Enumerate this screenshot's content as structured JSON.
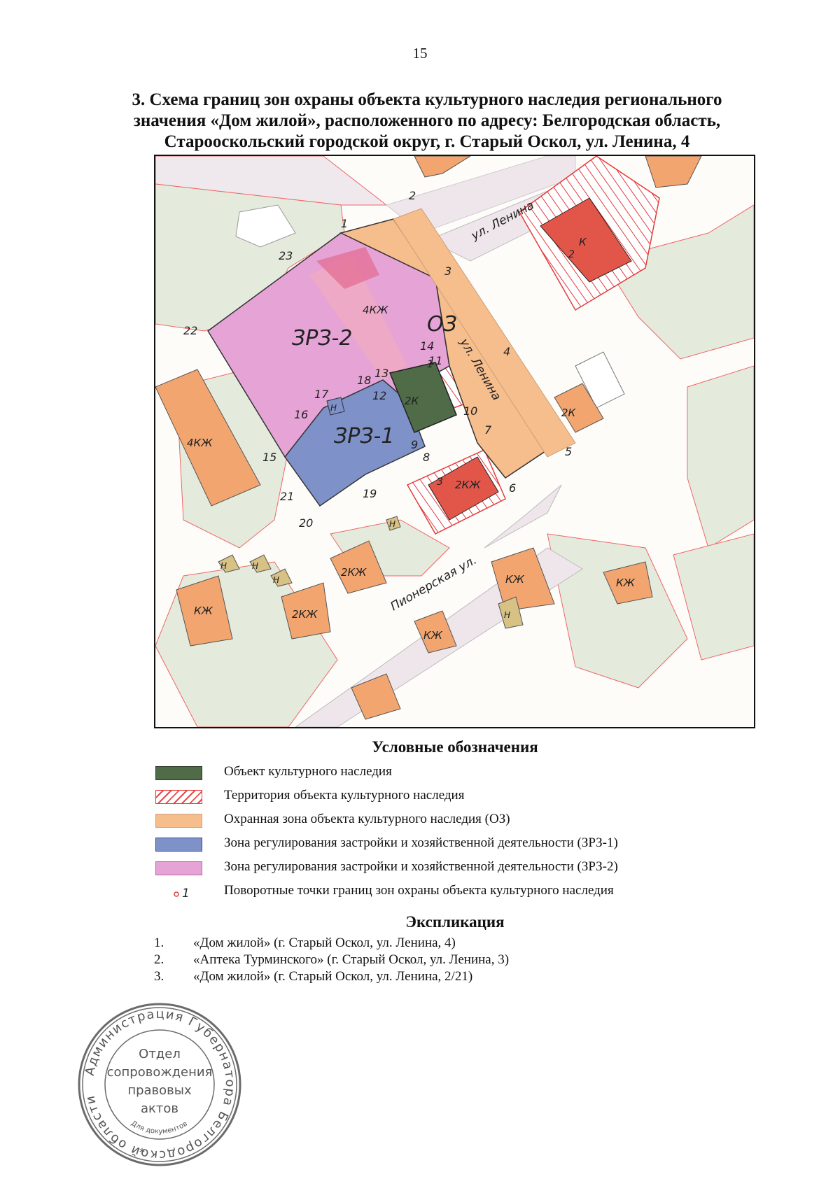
{
  "page_number": "15",
  "title": {
    "line1": "3. Схема границ зон охраны объекта культурного наследия регионального",
    "line2": "значения «Дом жилой», расположенного по адресу: Белгородская область,",
    "line3": "Старооскольский городской округ, г. Старый Оскол, ул. Ленина, 4"
  },
  "map": {
    "street_labels": {
      "lenina_top": "ул. Ленина",
      "lenina_side": "ул. Ленина",
      "pionerskaya": "Пионерская ул."
    },
    "zone_labels": {
      "oz": "ОЗ",
      "zrz1": "ЗРЗ-1",
      "zrz2": "ЗРЗ-2"
    },
    "building_labels": {
      "b_4kzh_top": "4КЖ",
      "b_2k_obj": "2К",
      "b_k_top": "К",
      "b_4kzh_left": "4КЖ",
      "b_2k_right": "2К",
      "b_2kzh_obj": "2КЖ",
      "b_2kzh_mid": "2КЖ",
      "b_kzh_center": "КЖ",
      "b_kzh_far_right": "КЖ",
      "b_kzh_bottom_left": "КЖ",
      "b_2kzh_bottom": "2КЖ",
      "b_kzh_bottom": "КЖ",
      "n_small_zrz": "Н",
      "n_1": "Н",
      "n_2": "Н",
      "n_3": "Н",
      "n_4": "Н",
      "n_5": "Н"
    },
    "object_markers": {
      "m1": "1",
      "m2": "2",
      "m3": "3"
    },
    "turn_points": {
      "p1": "1",
      "p2": "2",
      "p3": "3",
      "p4": "4",
      "p5": "5",
      "p6": "6",
      "p7": "7",
      "p8": "8",
      "p9": "9",
      "p10": "10",
      "p11": "11",
      "p12": "12",
      "p13": "13",
      "p14": "14",
      "p15": "15",
      "p16": "16",
      "p17": "17",
      "p18": "18",
      "p19": "19",
      "p20": "20",
      "p21": "21",
      "p22": "22",
      "p23": "23"
    },
    "colors": {
      "object": "#4f6b48",
      "territory_hatch": "#e23b3b",
      "oz": "#f6bd8d",
      "zrz1": "#7e91c8",
      "zrz2": "#e5a3d6",
      "building_orange": "#f2a56e",
      "building_red": "#e2564a",
      "auxiliary_olive": "#d7c184",
      "parcel_green": "#e4ebdd",
      "street": "#efe6ec"
    }
  },
  "legend": {
    "title": "Условные обозначения",
    "items": [
      {
        "label": "Объект культурного наследия",
        "swatch": "object"
      },
      {
        "label": "Территория объекта культурного наследия",
        "swatch": "territory_hatch"
      },
      {
        "label": "Охранная зона объекта культурного наследия (ОЗ)",
        "swatch": "oz"
      },
      {
        "label": "Зона регулирования застройки и хозяйственной деятельности (ЗРЗ-1)",
        "swatch": "zrz1"
      },
      {
        "label": "Зона регулирования застройки и хозяйственной деятельности (ЗРЗ-2)",
        "swatch": "zrz2"
      },
      {
        "label": "Поворотные точки границ зон охраны объекта культурного наследия",
        "swatch": "turn_point",
        "sample": "1"
      }
    ]
  },
  "explication": {
    "title": "Экспликация",
    "items": [
      {
        "num": "1.",
        "text": "«Дом жилой» (г. Старый Оскол, ул. Ленина, 4)"
      },
      {
        "num": "2.",
        "text": "«Аптека Турминского» (г. Старый Оскол, ул. Ленина, 3)"
      },
      {
        "num": "3.",
        "text": "«Дом жилой» (г. Старый Оскол, ул. Ленина, 2/21)"
      }
    ]
  },
  "stamp": {
    "ring_text": "Администрация Губернатора Белгородской области",
    "center_lines": [
      "Отдел",
      "сопровождения",
      "правовых",
      "актов"
    ],
    "bottom_text": "Для документов",
    "star": "*"
  }
}
